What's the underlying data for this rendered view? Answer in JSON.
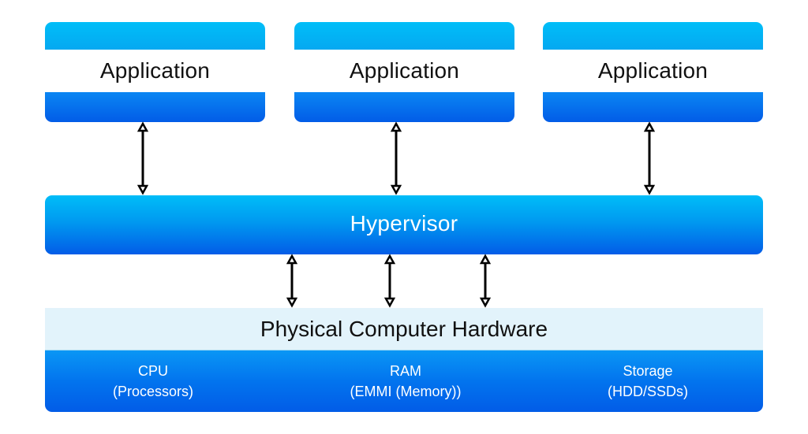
{
  "applications": [
    {
      "label": "Application"
    },
    {
      "label": "Application"
    },
    {
      "label": "Application"
    }
  ],
  "hypervisor": {
    "label": "Hypervisor"
  },
  "hardware": {
    "title": "Physical Computer Hardware",
    "components": [
      {
        "name": "CPU",
        "detail": "(Processors)"
      },
      {
        "name": "RAM",
        "detail": "(EMMI (Memory))"
      },
      {
        "name": "Storage",
        "detail": "(HDD/SSDs)"
      }
    ]
  },
  "connections": [
    {
      "from": "Application 1",
      "to": "Hypervisor",
      "direction": "bidirectional"
    },
    {
      "from": "Application 2",
      "to": "Hypervisor",
      "direction": "bidirectional"
    },
    {
      "from": "Application 3",
      "to": "Hypervisor",
      "direction": "bidirectional"
    },
    {
      "from": "Hypervisor",
      "to": "Physical Computer Hardware",
      "direction": "bidirectional"
    },
    {
      "from": "Hypervisor",
      "to": "Physical Computer Hardware",
      "direction": "bidirectional"
    },
    {
      "from": "Hypervisor",
      "to": "Physical Computer Hardware",
      "direction": "bidirectional"
    }
  ],
  "colors": {
    "cyan": "#00BEF8",
    "blue": "#025CE7",
    "hardware_band": "#E2F3FB",
    "arrow": "#000000"
  }
}
